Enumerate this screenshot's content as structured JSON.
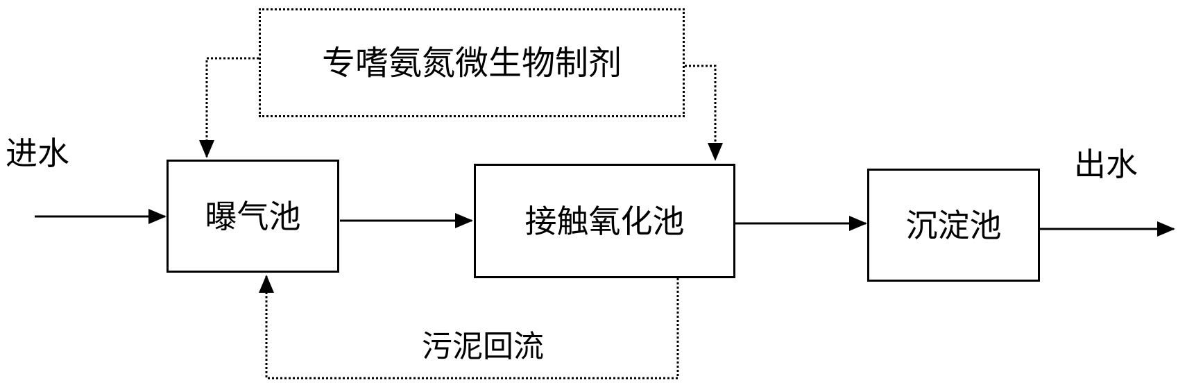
{
  "diagram": {
    "inlet_label": "进水",
    "outlet_label": "出水",
    "reagent_label": "专嗜氨氮微生物制剂",
    "return_label": "污泥回流",
    "units": [
      {
        "label": "曝气池"
      },
      {
        "label": "接触氧化池"
      },
      {
        "label": "沉淀池"
      }
    ]
  }
}
